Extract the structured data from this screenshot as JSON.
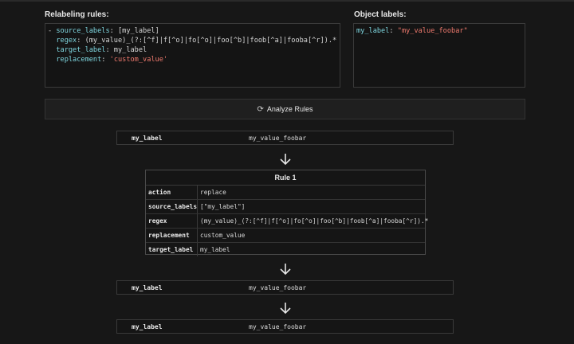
{
  "relabel": {
    "title": "Relabeling rules:",
    "dash": "- ",
    "source_key": "source_labels",
    "source_val": ": [my_label]",
    "regex_key": "regex",
    "regex_val": ": (my_value)_(?:[^f]|f[^o]|fo[^o]|foo[^b]|foob[^a]|fooba[^r]).*",
    "target_key": "target_label",
    "target_val": ": my_label",
    "replacement_key": "replacement",
    "replacement_sep": ": ",
    "replacement_val": "'custom_value'"
  },
  "object": {
    "title": "Object labels:",
    "key": "my_label",
    "sep": ": ",
    "value": "\"my_value_foobar\""
  },
  "analyze": {
    "icon": "analyze-icon",
    "label": "Analyze Rules"
  },
  "steps": [
    {
      "name": "my_label",
      "value": "my_value_foobar"
    },
    {
      "name": "my_label",
      "value": "my_value_foobar"
    },
    {
      "name": "my_label",
      "value": "my_value_foobar"
    }
  ],
  "rule": {
    "title": "Rule 1",
    "rows": [
      {
        "key": "action",
        "value": "replace"
      },
      {
        "key": "source_labels",
        "value": "[\"my_label\"]"
      },
      {
        "key": "regex",
        "value": "(my_value)_(?:[^f]|f[^o]|fo[^o]|foo[^b]|foob[^a]|fooba[^r]).*"
      },
      {
        "key": "replacement",
        "value": "custom_value"
      },
      {
        "key": "target_label",
        "value": "my_label"
      }
    ]
  }
}
